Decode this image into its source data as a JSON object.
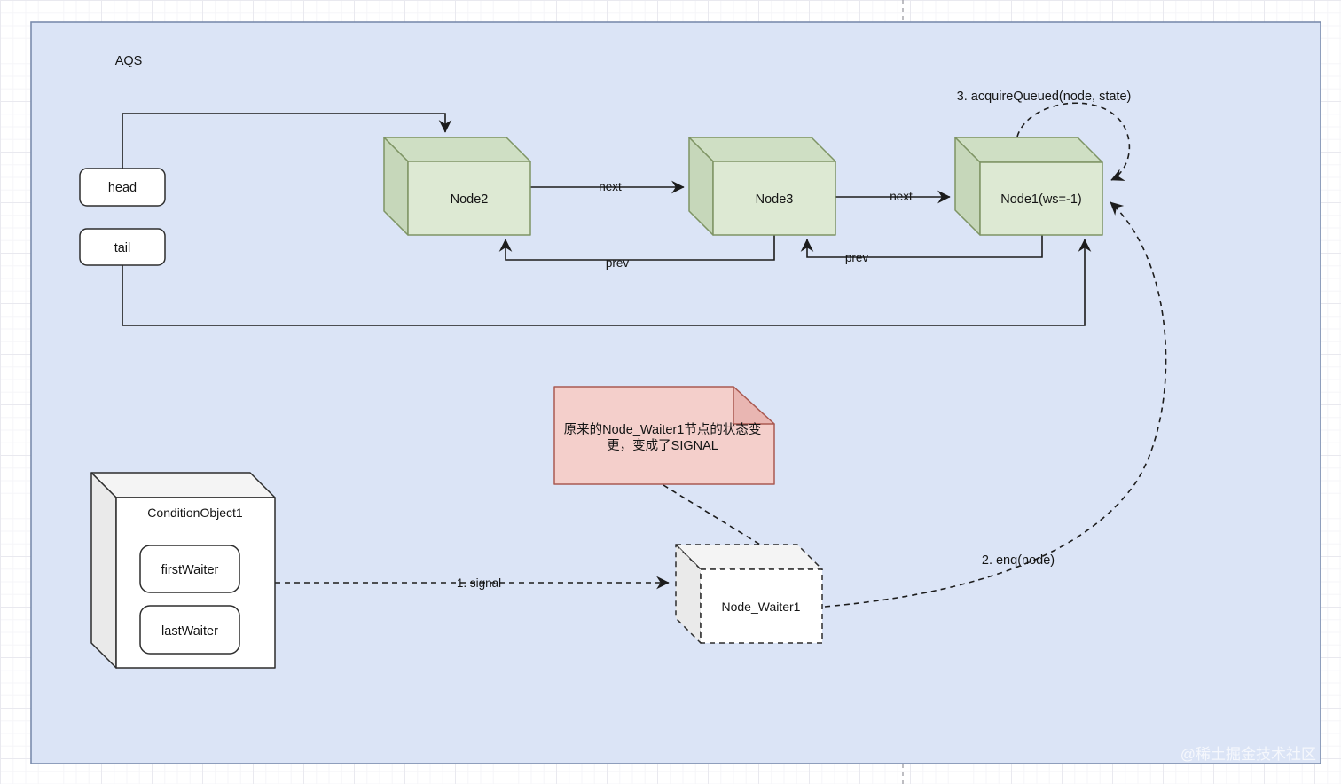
{
  "diagram": {
    "container_label": "AQS",
    "nodes": {
      "head": "head",
      "tail": "tail",
      "node2": "Node2",
      "node3": "Node3",
      "node1": "Node1(ws=-1)",
      "condition_object": "ConditionObject1",
      "first_waiter": "firstWaiter",
      "last_waiter": "lastWaiter",
      "node_waiter": "Node_Waiter1"
    },
    "edge_labels": {
      "next_node2_node3": "next",
      "next_node3_node1": "next",
      "prev_node3_node2": "prev",
      "prev_node1_node3": "prev",
      "step1_signal": "1. signal",
      "step2_enq": "2. enq(node)",
      "step3_acquire": "3. acquireQueued(node, state)"
    },
    "note": {
      "line1": "原来的Node_Waiter1节点的状态变",
      "line2": "更，变成了SIGNAL"
    },
    "watermark": "@稀土掘金技术社区",
    "colors": {
      "canvas_fill": "#dbe4f6",
      "canvas_stroke": "#7b8cad",
      "green_front": "#dde9d3",
      "green_top": "#cfdfc4",
      "green_side": "#c6d7ba",
      "white_front": "#ffffff",
      "white_top": "#f4f4f4",
      "white_side": "#eaeaea",
      "note_fill": "#f4cfcb",
      "note_fold": "#e9b6b2"
    }
  }
}
